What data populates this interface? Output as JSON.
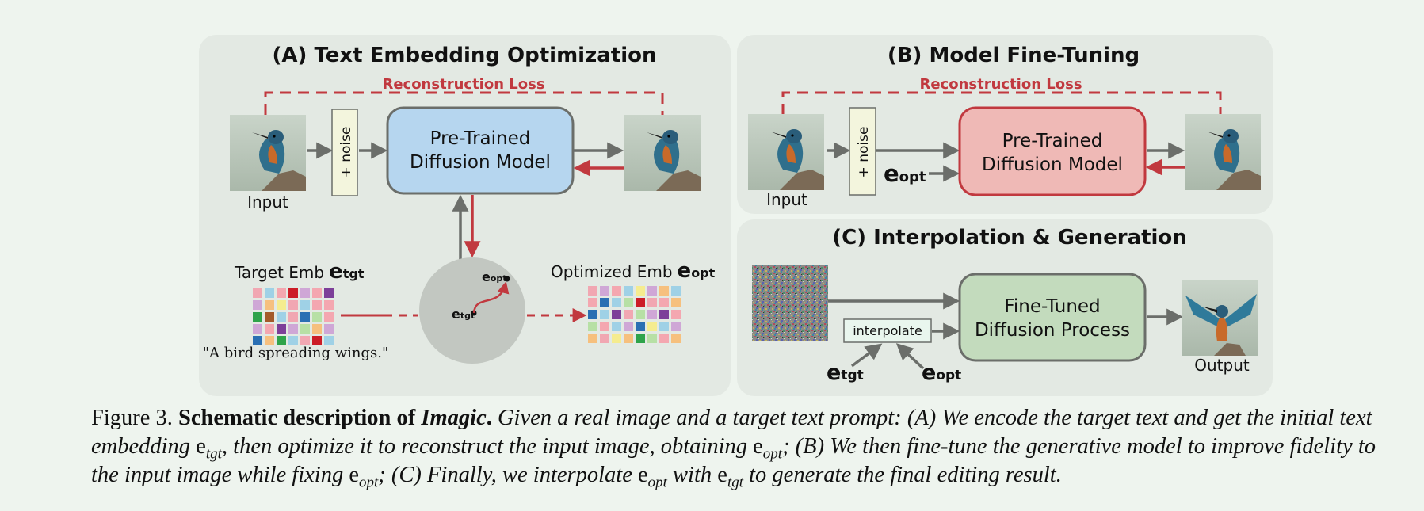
{
  "panels": {
    "a": {
      "title": "(A) Text Embedding Optimization",
      "loss": "Reconstruction Loss",
      "noise": "+ noise",
      "model": [
        "Pre-Trained",
        "Diffusion Model"
      ],
      "input": "Input",
      "target_emb": "Target Emb",
      "e": "e",
      "tgt": "tgt",
      "opt": "opt",
      "optimized_emb": "Optimized Emb",
      "prompt": "\"A bird spreading wings.\""
    },
    "b": {
      "title": "(B) Model Fine-Tuning",
      "loss": "Reconstruction Loss",
      "noise": "+ noise",
      "model": [
        "Pre-Trained",
        "Diffusion Model"
      ],
      "input": "Input",
      "e": "e",
      "opt": "opt"
    },
    "c": {
      "title": "(C) Interpolation & Generation",
      "interpolate": "interpolate",
      "model": [
        "Fine-Tuned",
        "Diffusion Process"
      ],
      "output": "Output",
      "e": "e",
      "tgt": "tgt",
      "opt": "opt"
    }
  },
  "caption": {
    "fig": "Figure 3.",
    "bold1": "Schematic description of",
    "bold_italic": "Imagic",
    "bold2": ".",
    "t1": "Given a real image and a target text prompt: (A) We encode the target text and get the initial text embedding",
    "t2": ", then optimize it to reconstruct the input image, obtaining",
    "t3": "; (B) We then fine-tune the generative model to improve fidelity to the input image while fixing",
    "t4": "; (C) Finally, we interpolate",
    "t5": "with",
    "t6": "to generate the final editing result.",
    "e": "e",
    "tgt": "tgt",
    "opt": "opt"
  },
  "colors": {
    "panel_bg": "#e3e9e3",
    "page_bg": "#eef4ee",
    "loss_red": "#c1393f",
    "arrow_gray": "#6b6e6a",
    "blue_box": "#b6d6ef",
    "pink_box": "#efb9b6",
    "green_box": "#c3dbbd",
    "noise_box": "#f3f5dd"
  }
}
